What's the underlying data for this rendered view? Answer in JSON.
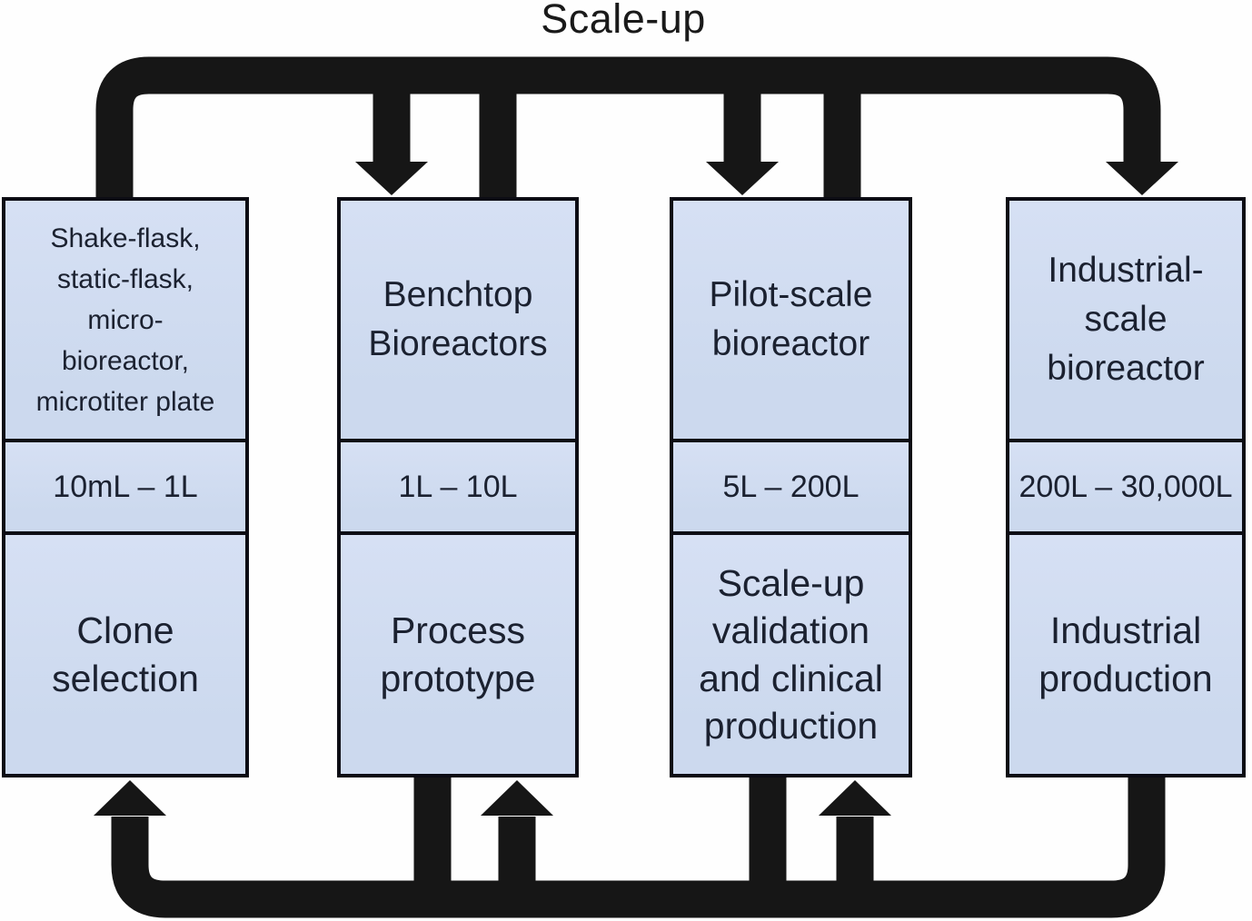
{
  "title": "Scale-up",
  "colors": {
    "connector": "#161616",
    "box_fill": "#ccd9ee",
    "box_fill_light": "#d6e0f4",
    "box_border": "#0c0c14",
    "box_text": "#1b2130",
    "title_text": "#1a1a1a",
    "background": "#fefefe"
  },
  "columns": [
    {
      "stage": "Shake-flask,\nstatic-flask,\nmicro-\nbioreactor,\nmicrotiter plate",
      "volume": "10mL – 1L",
      "purpose": "Clone\nselection"
    },
    {
      "stage": "Benchtop\nBioreactors",
      "volume": "1L – 10L",
      "purpose": "Process\nprototype"
    },
    {
      "stage": "Pilot-scale\nbioreactor",
      "volume": "5L – 200L",
      "purpose": "Scale-up\nvalidation\nand clinical\nproduction"
    },
    {
      "stage": "Industrial-\nscale\nbioreactor",
      "volume": "200L – 30,000L",
      "purpose": "Industrial\nproduction"
    }
  ]
}
